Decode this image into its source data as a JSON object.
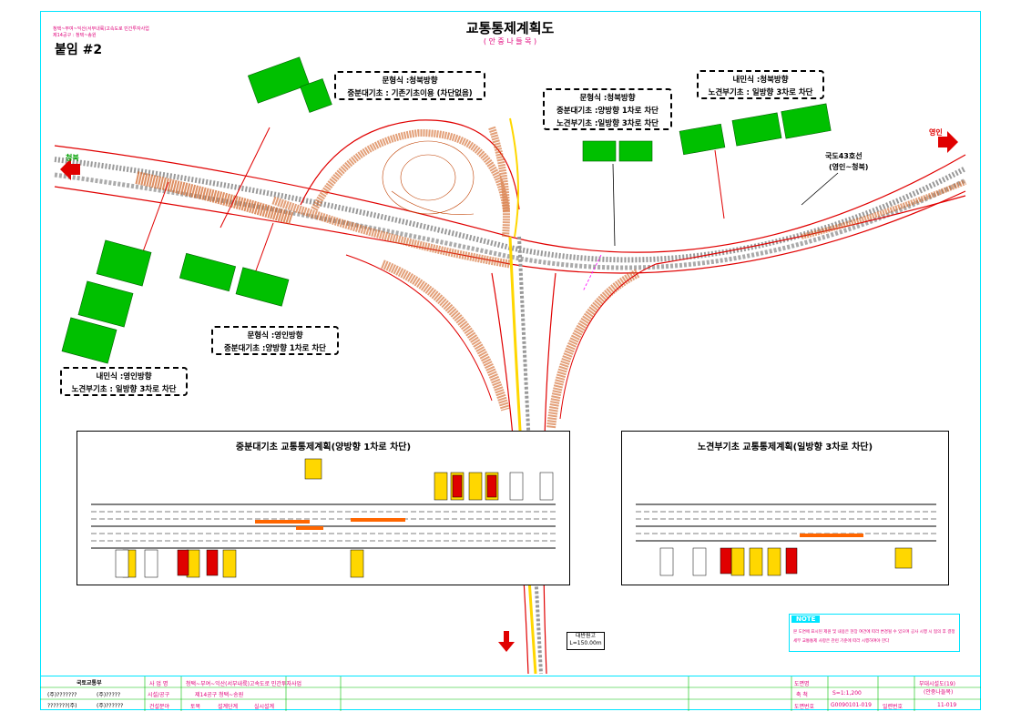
{
  "header": {
    "project_line1": "청택~부여~익산(서부내륙)고속도로 민간투자사업",
    "project_line2": "제14공구 : 청택~송원",
    "title": "교통통제계획도",
    "subtitle": "( 안 중 나 들 목 )",
    "attachment": "붙임 #2"
  },
  "notes": {
    "n1": {
      "line1": "문형식 :청북방향",
      "line2": "중분대기초 : 기존기초이용 (차단없음)"
    },
    "n2": {
      "line1": "문형식 :청북방향",
      "line2": "중분대기초 :양방향 1차로 차단",
      "line3": "노견부기초 :일방향 3차로 차단"
    },
    "n3": {
      "line1": "내민식 :청북방향",
      "line2": "노견부기초 : 일방향 3차로 차단"
    },
    "n4": {
      "line1": "문형식 :영인방향",
      "line2": "중분대기초 :양방향 1차로 차단"
    },
    "n5": {
      "line1": "내민식 :영인방향",
      "line2": "노견부기초 : 일방향 3차로 차단"
    }
  },
  "map_labels": {
    "route": "국도43호선",
    "route_sub": "(영인~청북)",
    "dir_yeongin": "영인",
    "dir_cheongbuk": "청북"
  },
  "panel_left": {
    "title": "중분대기초 교통통제계획(양방향 1차로 차단)"
  },
  "panel_right": {
    "title": "노견부기초 교통통제계획(일방향 3차로 차단)"
  },
  "note_box": {
    "label": "NOTE",
    "line1": "본 도면에 표시된 제원 및 내용은 현장 여건에 따라 변경될 수 있으며 공사 시행 시 협의 후 결정",
    "line2": "세부 교통통제 사항은 관련 기준에 따라 시행하여야 한다"
  },
  "scale_box": {
    "line1": "대반원고",
    "line2": "L=150.00m"
  },
  "title_block": {
    "ministry": "국토교통부",
    "row1_left": "(주)???????",
    "row1_right": "(주)?????",
    "row2_left": "???????(주)",
    "row2_right": "(주)??????",
    "project_label": "사 업 명",
    "project_value": "청택~부여~익산(서부내륙)고속도로 민간투자사업",
    "section_label": "시설/공구",
    "section_value": "제14공구 청택~송원",
    "service_label": "건설분야",
    "service_value": "토목",
    "stage_label": "설계단계",
    "stage_value": "실시설계",
    "drawing_label": "도면명",
    "drawing_value": "부대시설도(19)",
    "drawing_sub": "(안중나들목)",
    "scale_label": "축 척",
    "scale_value": "S=1:1,200",
    "number_label": "도면번호",
    "number_value": "G0090101-019",
    "sheet_label": "일련번호",
    "sheet_value": "11-019"
  },
  "colors": {
    "frame": "#00e5ff",
    "road_red": "#e00000",
    "sign_green": "#00c000",
    "note_pink": "#e0007a"
  }
}
